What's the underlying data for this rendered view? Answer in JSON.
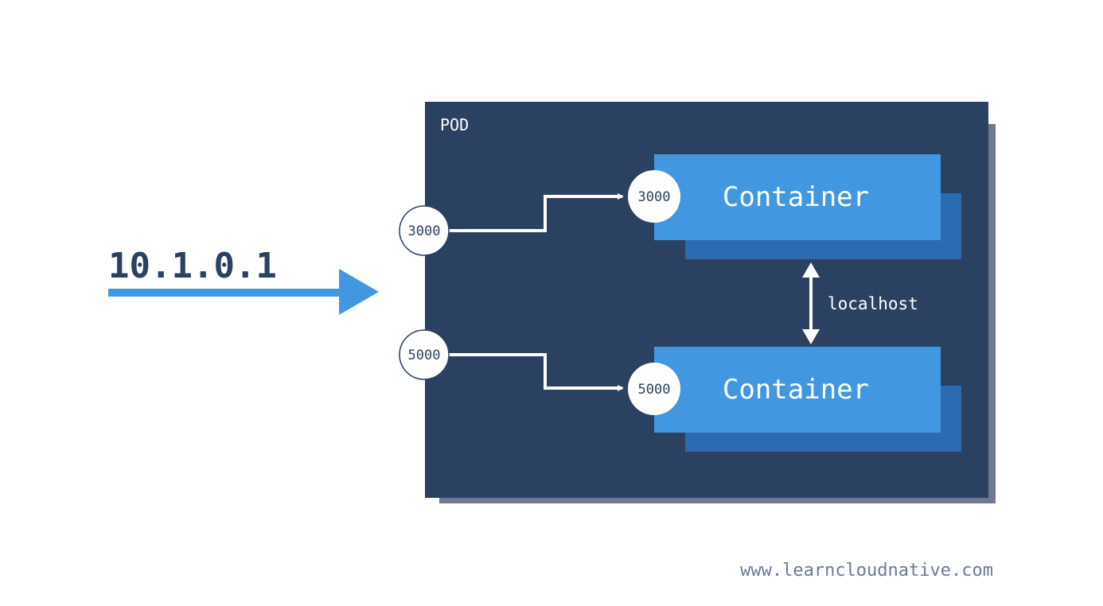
{
  "ip_address": "10.1.0.1",
  "pod": {
    "label": "POD",
    "ports": {
      "top": "3000",
      "bottom": "5000"
    }
  },
  "containers": [
    {
      "label": "Container",
      "port": "3000"
    },
    {
      "label": "Container",
      "port": "5000"
    }
  ],
  "link_label": "localhost",
  "footer_url": "www.learncloudnative.com",
  "colors": {
    "background": "#ffffff",
    "pod_fill": "#2b4162",
    "pod_shadow": "#6e7a91",
    "container_fill": "#4298e0",
    "container_shadow": "#2b6bb2",
    "ip_text": "#2b4162",
    "arrow": "#4298e0",
    "footer_text": "#6b7a96",
    "white": "#ffffff"
  }
}
